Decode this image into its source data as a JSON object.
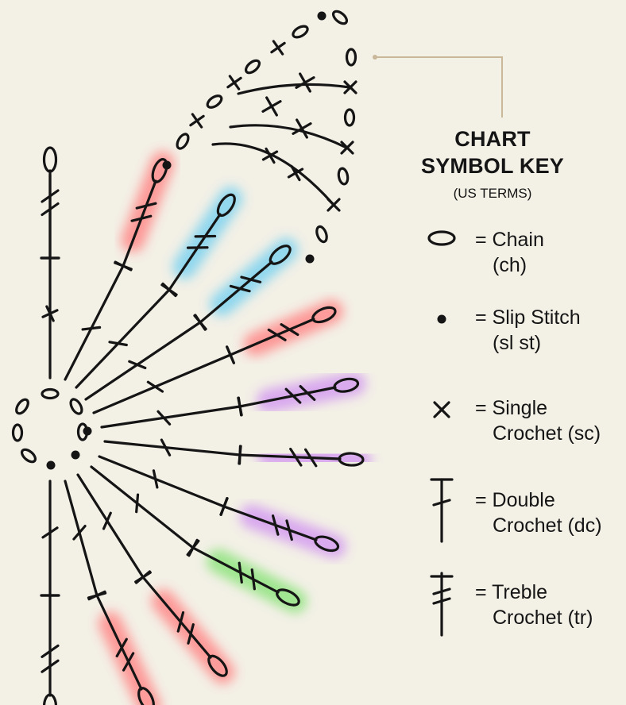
{
  "key": {
    "title_line1": "CHART",
    "title_line2": "SYMBOL KEY",
    "subtitle": "(US TERMS)",
    "items": [
      {
        "icon": "chain-oval-icon",
        "line1": "= Chain",
        "line2": "(ch)"
      },
      {
        "icon": "slip-stitch-dot-icon",
        "line1": "= Slip Stitch",
        "line2": "(sl st)"
      },
      {
        "icon": "single-crochet-x-icon",
        "line1": "= Single",
        "line2": "Crochet (sc)"
      },
      {
        "icon": "double-crochet-icon",
        "line1": "= Double",
        "line2": "Crochet (dc)",
        "glow": "#f2d27a"
      },
      {
        "icon": "treble-crochet-icon",
        "line1": "= Treble",
        "line2": "Crochet (tr)",
        "glow": "#7be07b"
      }
    ]
  },
  "colors": {
    "background": "#f3f0e6",
    "ink": "#151515",
    "leader_line": "#c9b79a",
    "glow_red": "#ff8a8a",
    "glow_blue": "#7fd3f0",
    "glow_purple": "#d49cf0",
    "glow_green": "#8fe37f",
    "glow_yellow": "#f2d27a"
  }
}
